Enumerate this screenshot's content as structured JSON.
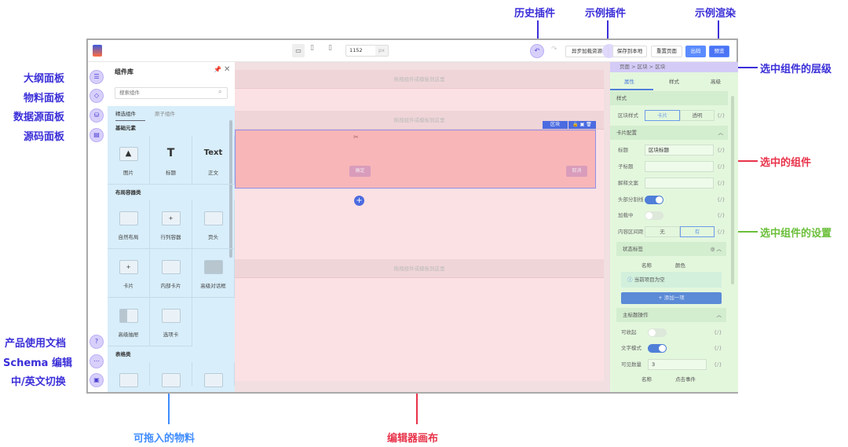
{
  "annotations": {
    "history_plugin": "历史插件",
    "sample_plugin": "示例插件",
    "sample_render": "示例渲染",
    "selected_hierarchy": "选中组件的层级",
    "selected_component": "选中的组件",
    "selected_settings": "选中组件的设置",
    "outline_panel": "大纲面板",
    "material_panel": "物料面板",
    "datasource_panel": "数据源面板",
    "source_panel": "源码面板",
    "docs": "产品使用文档",
    "schema_edit": "Schema 编辑",
    "lang_switch": "中/英文切换",
    "draggable_materials": "可拖入的物料",
    "editor_canvas": "编辑器画布"
  },
  "toolbar": {
    "width_value": "1152",
    "width_unit": "px",
    "async_load": "异步加载资源",
    "save_local": "保存到本地",
    "reset_page": "重置页面",
    "export_code": "出码",
    "preview": "预览"
  },
  "component_library": {
    "title": "组件库",
    "search_placeholder": "搜索组件",
    "tabs": [
      "精选组件",
      "原子组件"
    ],
    "sections": [
      {
        "title": "基础元素",
        "items": [
          "图片",
          "标题",
          "正文"
        ]
      },
      {
        "title": "布局容器类",
        "items": [
          "自然布局",
          "行列容器",
          "页头",
          "卡片",
          "内部卡片",
          "高级对话框",
          "高级抽屉",
          "选项卡"
        ]
      },
      {
        "title": "表格类"
      }
    ],
    "text_icon": "Text"
  },
  "canvas": {
    "drop_hint": "拖拽组件或模板到这里",
    "block_label": "区块",
    "confirm": "确定",
    "cancel": "取消"
  },
  "settings": {
    "breadcrumb": [
      "页面",
      "区块",
      "区块"
    ],
    "tabs": [
      "属性",
      "样式",
      "高级"
    ],
    "style_group": "样式",
    "block_style_label": "区块样式",
    "block_style_options": [
      "卡片",
      "透明"
    ],
    "card_group": "卡片配置",
    "title_label": "标题",
    "title_value": "区块标题",
    "subtitle_label": "子标题",
    "explain_label": "解释文案",
    "header_divider_label": "头部分割线",
    "loading_label": "加载中",
    "content_padding_label": "内容区间距",
    "content_padding_options": [
      "无",
      "有"
    ],
    "status_tag_group": "状态标签",
    "col_name": "名称",
    "col_color": "颜色",
    "empty_text": "当前项目为空",
    "add_item": "+ 添加一项",
    "main_title_actions": "主标题操作",
    "collapsible_label": "可收起",
    "text_mode_label": "文字模式",
    "visible_count_label": "可见数量",
    "visible_count_value": "3",
    "col_click": "点击事件",
    "expr_icon": "{/}",
    "header_divider_on": true,
    "loading_on": false,
    "collapsible_on": false,
    "text_mode_on": true
  },
  "colors": {
    "purple": "#3b2fd8",
    "red": "#e8334a",
    "green": "#6bbf3a",
    "blue": "#3f8cff"
  }
}
